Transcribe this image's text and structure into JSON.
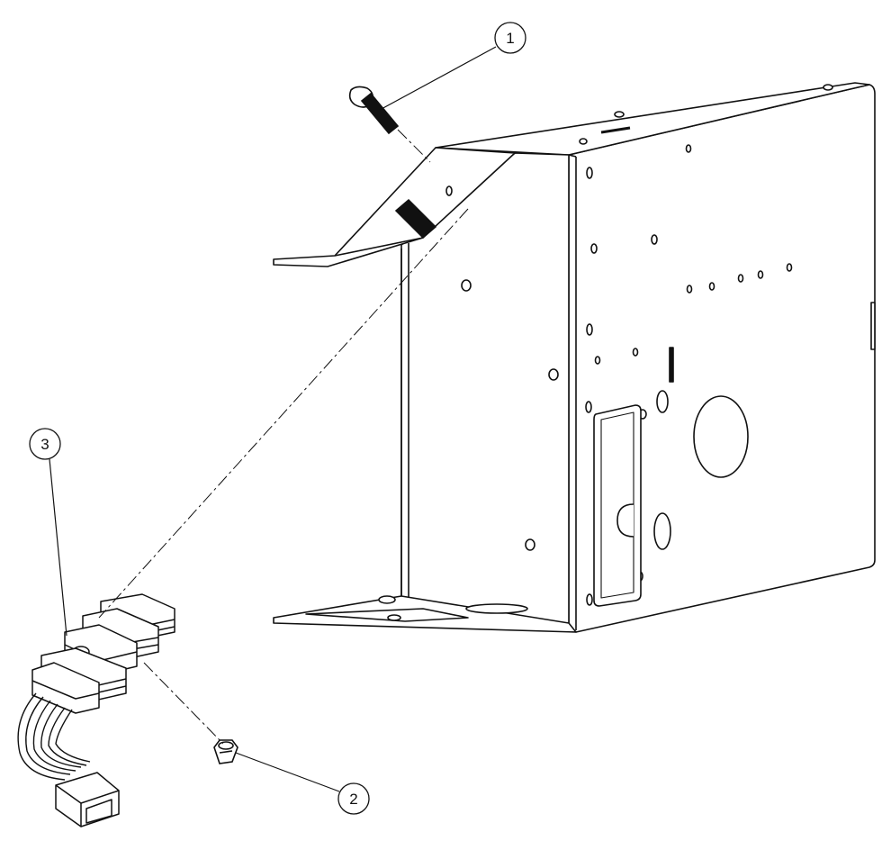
{
  "callouts": [
    {
      "id": "1",
      "label": "1",
      "part": "screw"
    },
    {
      "id": "2",
      "label": "2",
      "part": "nut"
    },
    {
      "id": "3",
      "label": "3",
      "part": "transformer"
    }
  ],
  "colors": {
    "line": "#111111",
    "fill": "#ffffff",
    "hole_fill": "#ffffff"
  }
}
